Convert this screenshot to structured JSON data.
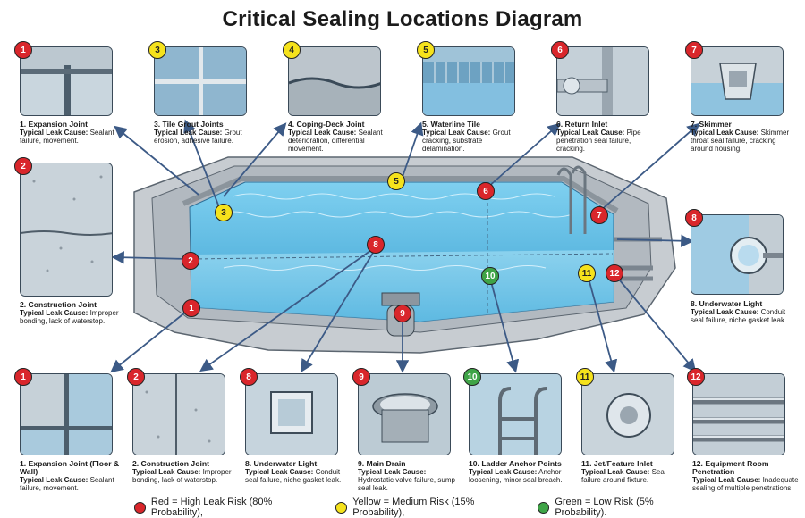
{
  "title": "Critical Sealing Locations Diagram",
  "colors": {
    "red": "#d9262b",
    "yellow": "#f5e21c",
    "green": "#3fa447",
    "water": "#5bb6dd"
  },
  "top_cards": [
    {
      "num": "1",
      "risk": "red",
      "title": "1. Expansion Joint",
      "cause_label": "Typical Leak Cause:",
      "cause": "Sealant failure, movement.",
      "icon": "expansion-joint-icon"
    },
    {
      "num": "3",
      "risk": "yellow",
      "title": "3. Tile Grout Joints",
      "cause_label": "Typical Leak Cause:",
      "cause": "Grout erosion, adhesive failure.",
      "icon": "tile-grout-icon"
    },
    {
      "num": "4",
      "risk": "yellow",
      "title": "4. Coping-Deck Joint",
      "cause_label": "Typical Leak Cause:",
      "cause": "Sealant deterioration, differential movement.",
      "icon": "coping-deck-icon"
    },
    {
      "num": "5",
      "risk": "yellow",
      "title": "5. Waterline Tile",
      "cause_label": "Typical Leak Cause:",
      "cause": "Grout cracking, substrate delamination.",
      "icon": "waterline-tile-icon"
    },
    {
      "num": "6",
      "risk": "red",
      "title": "6. Return Inlet",
      "cause_label": "Typical Leak Cause:",
      "cause": "Pipe penetration seal failure, cracking.",
      "icon": "return-inlet-icon"
    },
    {
      "num": "7",
      "risk": "red",
      "title": "7. Skimmer",
      "cause_label": "Typical Leak Cause:",
      "cause": "Skimmer throat seal failure, cracking around housing.",
      "icon": "skimmer-icon"
    }
  ],
  "side_cards": [
    {
      "num": "2",
      "risk": "red",
      "title": "2. Construction Joint",
      "cause_label": "Typical Leak Cause:",
      "cause": "Improper bonding, lack of waterstop.",
      "icon": "construction-joint-icon"
    },
    {
      "num": "8",
      "risk": "red",
      "title": "8. Underwater Light",
      "cause_label": "Typical Leak Cause:",
      "cause": "Conduit seal failure, niche gasket leak.",
      "icon": "underwater-light-icon"
    }
  ],
  "bottom_cards": [
    {
      "num": "1",
      "risk": "red",
      "title": "1. Expansion Joint (Floor & Wall)",
      "cause_label": "Typical Leak Cause:",
      "cause": "Sealant failure, movement.",
      "icon": "expansion-joint-icon"
    },
    {
      "num": "2",
      "risk": "red",
      "title": "2. Construction Joint",
      "cause_label": "Typical Leak Cause:",
      "cause": "Improper bonding, lack of waterstop.",
      "icon": "construction-joint-icon"
    },
    {
      "num": "8",
      "risk": "red",
      "title": "8. Underwater Light",
      "cause_label": "Typical Leak Cause:",
      "cause": "Conduit seal failure, niche gasket leak.",
      "icon": "underwater-light-icon"
    },
    {
      "num": "9",
      "risk": "red",
      "title": "9. Main Drain",
      "cause_label": "Typical Leak Cause:",
      "cause": "Hydrostatic valve failure, sump seal leak.",
      "icon": "main-drain-icon"
    },
    {
      "num": "10",
      "risk": "green",
      "title": "10. Ladder Anchor Points",
      "cause_label": "Typical Leak Cause:",
      "cause": "Anchor loosening, minor seal breach.",
      "icon": "ladder-anchor-icon"
    },
    {
      "num": "11",
      "risk": "yellow",
      "title": "11. Jet/Feature Inlet",
      "cause_label": "Typical Leak Cause:",
      "cause": "Seal failure around fixture.",
      "icon": "jet-inlet-icon"
    },
    {
      "num": "12",
      "risk": "red",
      "title": "12. Equipment Room Penetration",
      "cause_label": "Typical Leak Cause:",
      "cause": "Inadequate sealing of multiple penetrations.",
      "icon": "equipment-penetration-icon"
    }
  ],
  "pool_markers": [
    {
      "num": "1",
      "risk": "red"
    },
    {
      "num": "2",
      "risk": "red"
    },
    {
      "num": "3",
      "risk": "yellow"
    },
    {
      "num": "5",
      "risk": "yellow"
    },
    {
      "num": "6",
      "risk": "red"
    },
    {
      "num": "7",
      "risk": "red"
    },
    {
      "num": "8",
      "risk": "red"
    },
    {
      "num": "9",
      "risk": "red"
    },
    {
      "num": "10",
      "risk": "green"
    },
    {
      "num": "11",
      "risk": "yellow"
    },
    {
      "num": "12",
      "risk": "red"
    }
  ],
  "legend": {
    "red": "Red = High Leak Risk (80% Probability),",
    "yellow": "Yellow = Medium Risk (15% Probability),",
    "green": "Green = Low Risk (5% Probability)."
  }
}
